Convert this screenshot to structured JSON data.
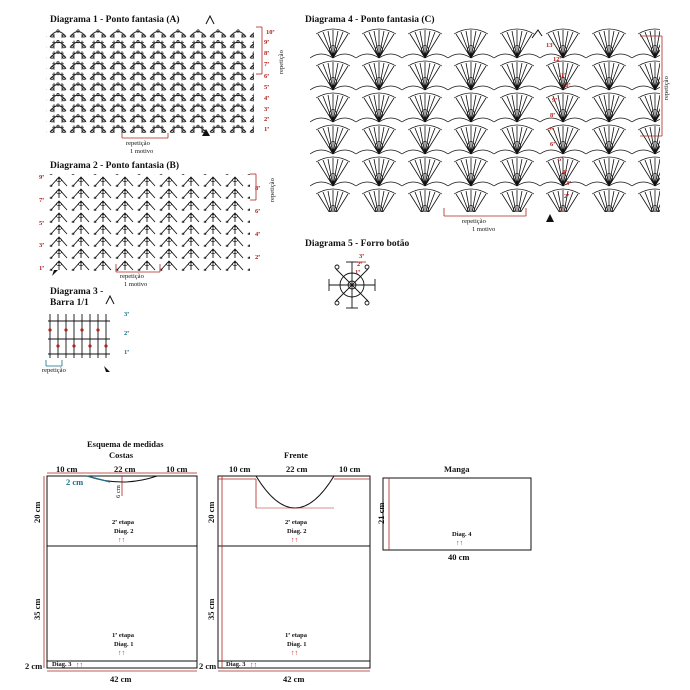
{
  "diagrams": {
    "d1": {
      "title": "Diagrama 1 - Ponto fantasia (A)",
      "rows": [
        "10ª",
        "9ª",
        "8ª",
        "7ª",
        "6ª",
        "5ª",
        "4ª",
        "3ª",
        "2ª",
        "1ª"
      ],
      "repeat_side": "repetição",
      "repeat_bottom": "repetição",
      "motif": "1 motivo"
    },
    "d2": {
      "title": "Diagrama 2 - Ponto fantasia (B)",
      "rows_left": [
        "9ª",
        "7ª",
        "5ª",
        "3ª",
        "1ª"
      ],
      "rows_right": [
        "8ª",
        "6ª",
        "4ª",
        "2ª"
      ],
      "repeat_side": "repetição",
      "repeat_bottom": "repetição",
      "motif": "1 motivo"
    },
    "d3": {
      "title_line1": "Diagrama 3 -",
      "title_line2": "Barra 1/1",
      "rows": [
        "3ª",
        "2ª",
        "1ª"
      ],
      "repeat": "repetição"
    },
    "d4": {
      "title": "Diagrama 4 - Ponto fantasia (C)",
      "rows": [
        "13ª",
        "12ª",
        "11ª",
        "10ª",
        "9ª",
        "8ª",
        "7ª",
        "6ª",
        "5ª",
        "4ª",
        "3ª",
        "2ª",
        "1ª"
      ],
      "repeat_side": "repetição",
      "repeat_bottom": "repetição",
      "motif": "1 motivo"
    },
    "d5": {
      "title": "Diagrama 5 - Forro botão",
      "rows": [
        "3ª",
        "2ª",
        "1ª"
      ]
    }
  },
  "schema": {
    "title": "Esquema de medidas",
    "costas": {
      "label": "Costas",
      "top": [
        "10 cm",
        "22 cm",
        "10 cm"
      ],
      "neck_side": "2 cm",
      "neck_depth": "6 cm",
      "left": [
        "20 cm",
        "35 cm",
        "2 cm"
      ],
      "bottom": "42 cm",
      "stage2": [
        "2ª etapa",
        "Diag. 2"
      ],
      "stage1": [
        "1ª etapa",
        "Diag. 1"
      ],
      "band": "Diag. 3",
      "arrows": "↑↑"
    },
    "frente": {
      "label": "Frente",
      "top": [
        "10 cm",
        "22 cm",
        "10 cm"
      ],
      "left": [
        "20 cm",
        "35 cm",
        "2 cm"
      ],
      "bottom": "42 cm",
      "stage2": [
        "2ª etapa",
        "Diag. 2"
      ],
      "stage1": [
        "1ª etapa",
        "Diag. 1"
      ],
      "band": "Diag. 3",
      "arrows": "↑↑"
    },
    "manga": {
      "label": "Manga",
      "height": "21 cm",
      "bottom": "40 cm",
      "diag": "Diag. 4",
      "arrows": "↑↑"
    }
  },
  "colors": {
    "accent": "#b0231d",
    "teal": "#1b6f8a",
    "line": "#111111"
  }
}
